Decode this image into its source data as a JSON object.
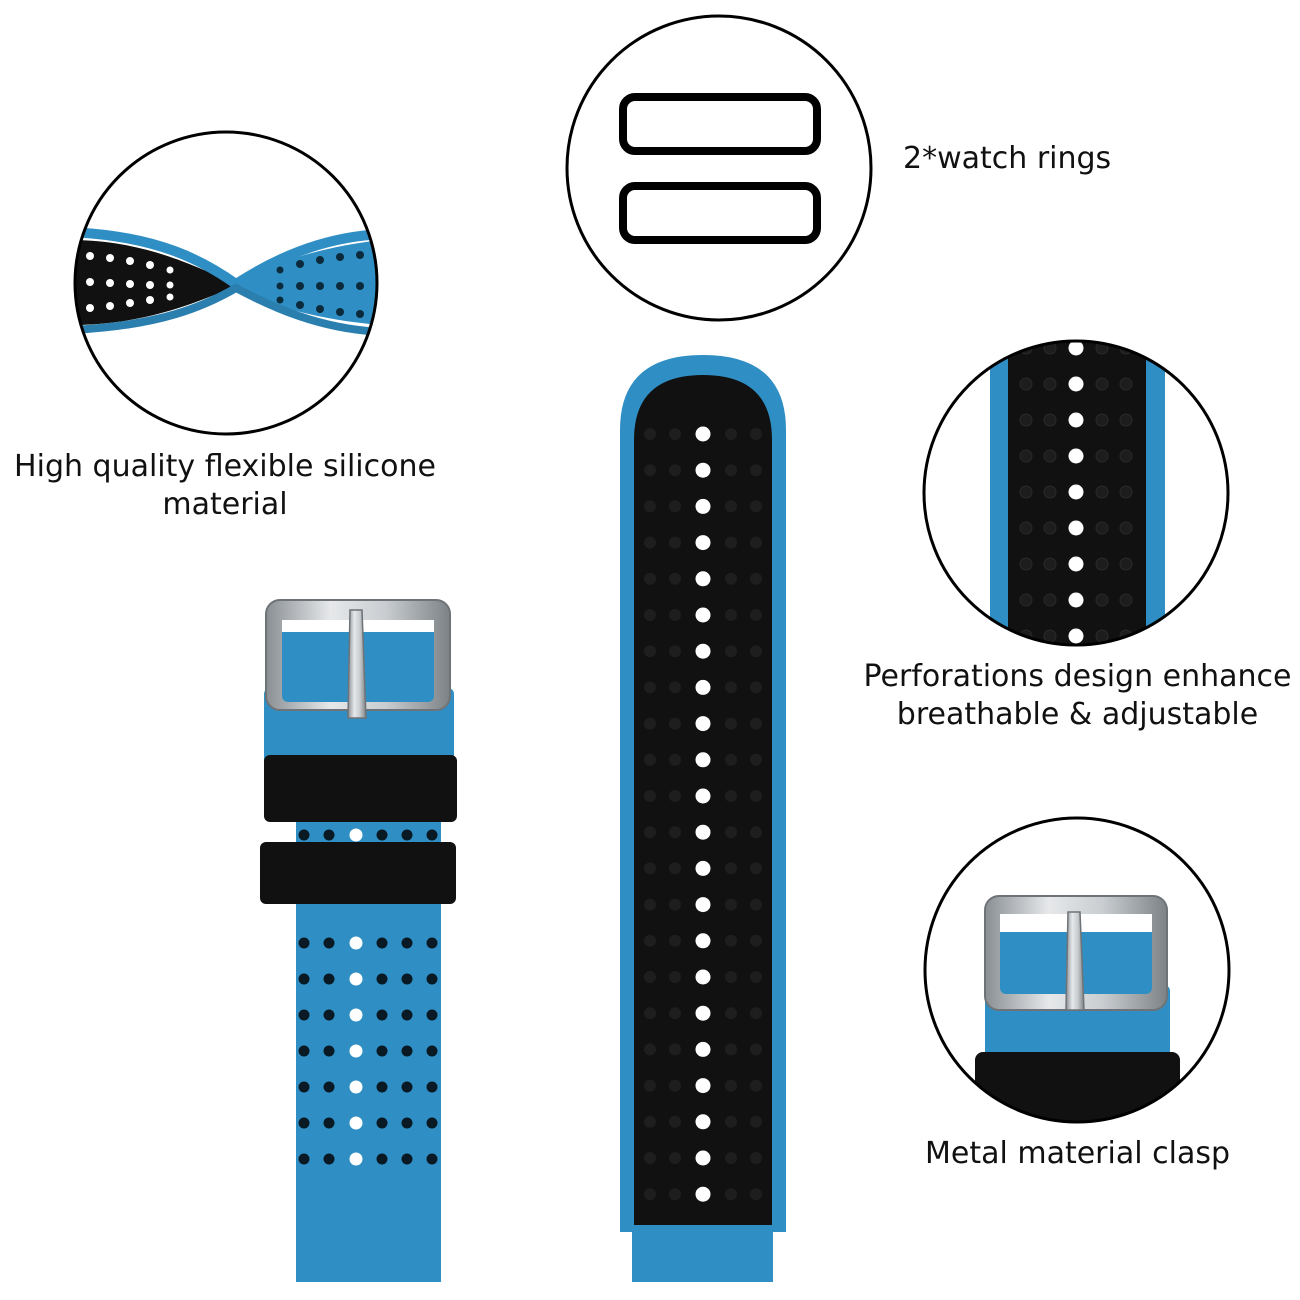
{
  "captions": {
    "silicone": {
      "line1": "High quality flexible silicone",
      "line2": "material"
    },
    "rings": "2*watch rings",
    "perforations": {
      "line1": "Perforations design enhance",
      "line2": "breathable & adjustable"
    },
    "clasp": "Metal material clasp"
  },
  "colors": {
    "strap_blue": "#2f8fc4",
    "strap_black": "#111111",
    "buckle_steel": "#bfc3c6",
    "outline": "#000000"
  }
}
